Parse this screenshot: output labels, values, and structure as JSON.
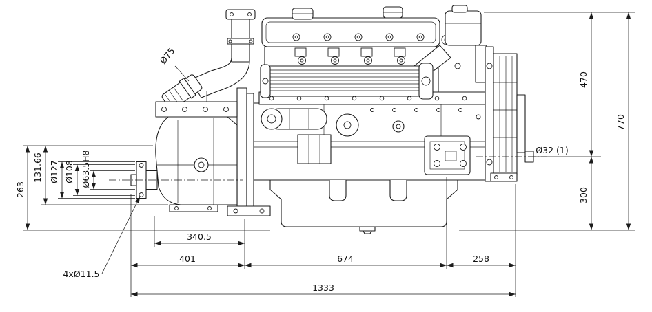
{
  "drawing": {
    "background_color": "#ffffff",
    "line_color": "#1c1c1c",
    "dims": {
      "overall_length": "1333",
      "length_front": "401",
      "length_mid": "674",
      "length_rear": "258",
      "gearbox_length": "340.5",
      "height_left": "263",
      "flange_offset": "131.66",
      "flange_od": "Ø127",
      "flange_bolt_circle": "Ø108",
      "flange_pilot": "Ø63.5H8",
      "height_above_cl": "470",
      "height_below_cl": "300",
      "overall_height": "770",
      "exhaust_hose_dia": "Ø75",
      "shaft_callout": "Ø32 (1)",
      "flange_holes": "4xØ11.5"
    }
  }
}
